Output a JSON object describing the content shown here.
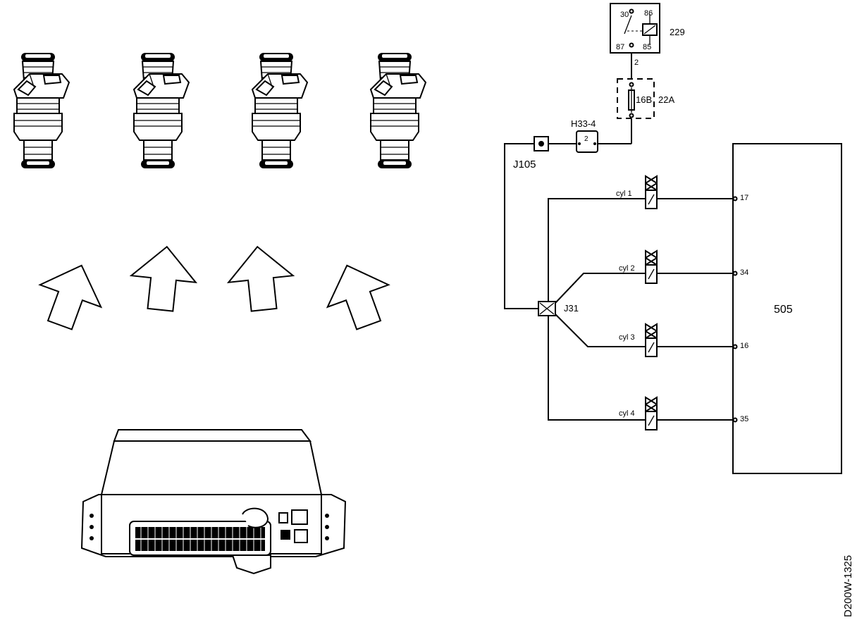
{
  "relay": {
    "id": "229",
    "pin_30": "30",
    "pin_86": "86",
    "pin_87": "87",
    "pin_85": "85"
  },
  "wire_relay_fuse": "2",
  "fuse": {
    "label": "16B",
    "amp": "22A"
  },
  "connector_h33": {
    "label": "H33-4",
    "pin": "2"
  },
  "junction_j105": "J105",
  "junction_j31": "J31",
  "ecu": {
    "label": "505",
    "pins": [
      "17",
      "34",
      "16",
      "35"
    ]
  },
  "injectors": [
    "cyl 1",
    "cyl 2",
    "cyl 3",
    "cyl 4"
  ],
  "drawing_code": "D200W-1325"
}
